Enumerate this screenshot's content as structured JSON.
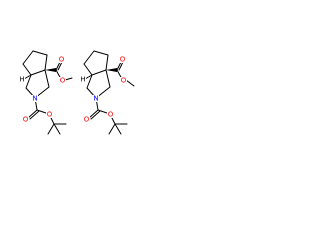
{
  "molecules": [
    {
      "name": "left-molecule",
      "atoms": {
        "nitrogen": "N",
        "ring_hydrogen": "H",
        "ester_carbonyl_oxygen": "O",
        "ester_single_oxygen": "O",
        "boc_carbonyl_oxygen": "O",
        "boc_single_oxygen": "O"
      }
    },
    {
      "name": "right-molecule",
      "atoms": {
        "nitrogen": "N",
        "ring_hydrogen": "H",
        "ester_carbonyl_oxygen": "O",
        "ester_single_oxygen": "O",
        "boc_carbonyl_oxygen": "O",
        "boc_single_oxygen": "O"
      }
    }
  ],
  "colors": {
    "bond": "#000000",
    "nitrogen": "#0000ff",
    "oxygen": "#ff0000",
    "hydrogen": "#000000"
  }
}
